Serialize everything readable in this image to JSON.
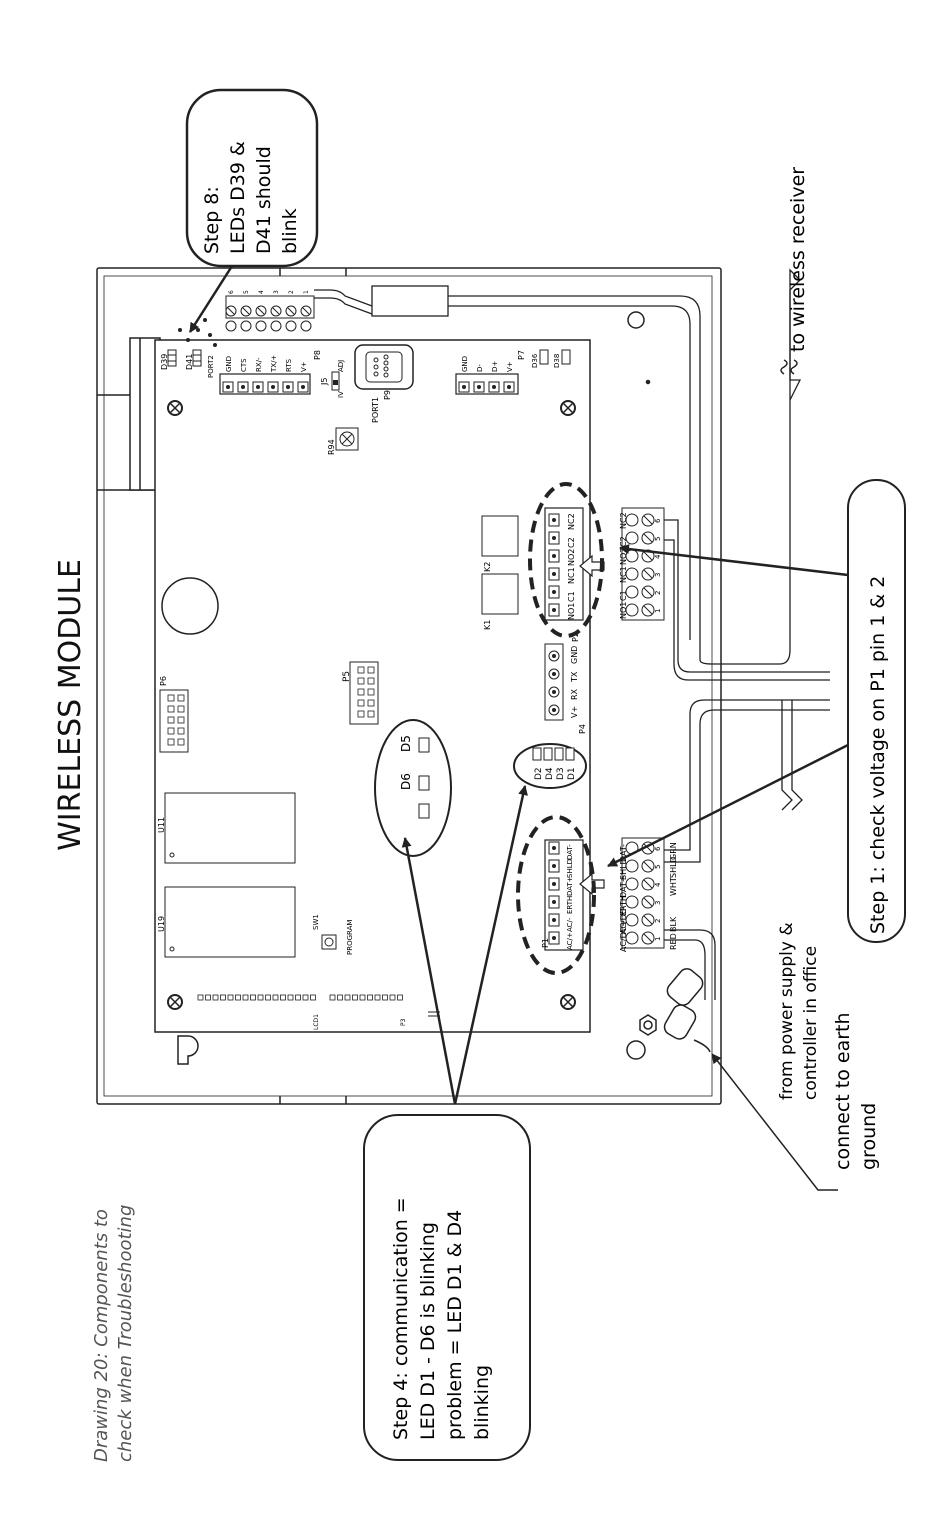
{
  "title": "WIRELESS MODULE",
  "caption": [
    "Drawing 20: Components to",
    "check when Troubleshooting"
  ],
  "callouts": {
    "step8": [
      "Step 8:",
      "LEDs D39 &",
      "D41 should",
      "blink"
    ],
    "step1": "Step 1: check voltage on P1 pin 1 & 2",
    "step4": [
      "Step 4: communication =",
      "LED D1 - D6 is blinking",
      "problem = LED D1 & D4",
      "blinking"
    ]
  },
  "annotations": {
    "wireless_receiver": "to wireless receiver",
    "power_supply": [
      "from power supply &",
      "controller in office"
    ],
    "earth": [
      "connect to earth",
      "ground"
    ]
  },
  "board_labels": {
    "d39": "D39",
    "d41": "D41",
    "port2": "PORT2",
    "p8": "P8",
    "j5": "J5",
    "adj": "ADJ",
    "iv": "IV",
    "port1": "PORT1",
    "p9": "P9",
    "p7": "P7",
    "d36": "D36",
    "d38": "D38",
    "r94": "R94",
    "k1": "K1",
    "k2": "K2",
    "p2": "P2",
    "p4": "P4",
    "p5": "P5",
    "p6": "P6",
    "d5": "D5",
    "d6": "D6",
    "d1": "D1",
    "d2": "D2",
    "d3": "D3",
    "d4": "D4",
    "u11": "U11",
    "u19": "U19",
    "sw1": "SW1",
    "program": "PROGRAM",
    "p1": "P1",
    "lcd1": "LCD1",
    "p3": "P3"
  },
  "port2_pins": [
    "GND",
    "CTS",
    "RX/-",
    "TX/+",
    "RTS",
    "V+"
  ],
  "p7_pins": [
    "GND",
    "D-",
    "D+",
    "V+"
  ],
  "p2_pins": [
    "NO1",
    "C1",
    "NC1",
    "NO2",
    "C2",
    "NC2"
  ],
  "p2_ext_pins": [
    "NO1",
    "C1",
    "NC1",
    "NO2",
    "C2",
    "NC2"
  ],
  "p4_pins": [
    "V+",
    "RX",
    "TX",
    "GND"
  ],
  "p1_pins": [
    "AC/+",
    "AC/-",
    "ERTH",
    "DAT+",
    "SHLD",
    "DAT-"
  ],
  "p1_ext_pins": [
    "AC/DC+",
    "AC/DC-",
    "ERTH",
    "DAT+",
    "SHLD",
    "DAT-"
  ],
  "p1_wire_colors": [
    "RED",
    "BLK",
    "",
    "WHT",
    "SHLD",
    "GRN"
  ],
  "pin_numbers": [
    "1",
    "2",
    "3",
    "4",
    "5",
    "6"
  ]
}
